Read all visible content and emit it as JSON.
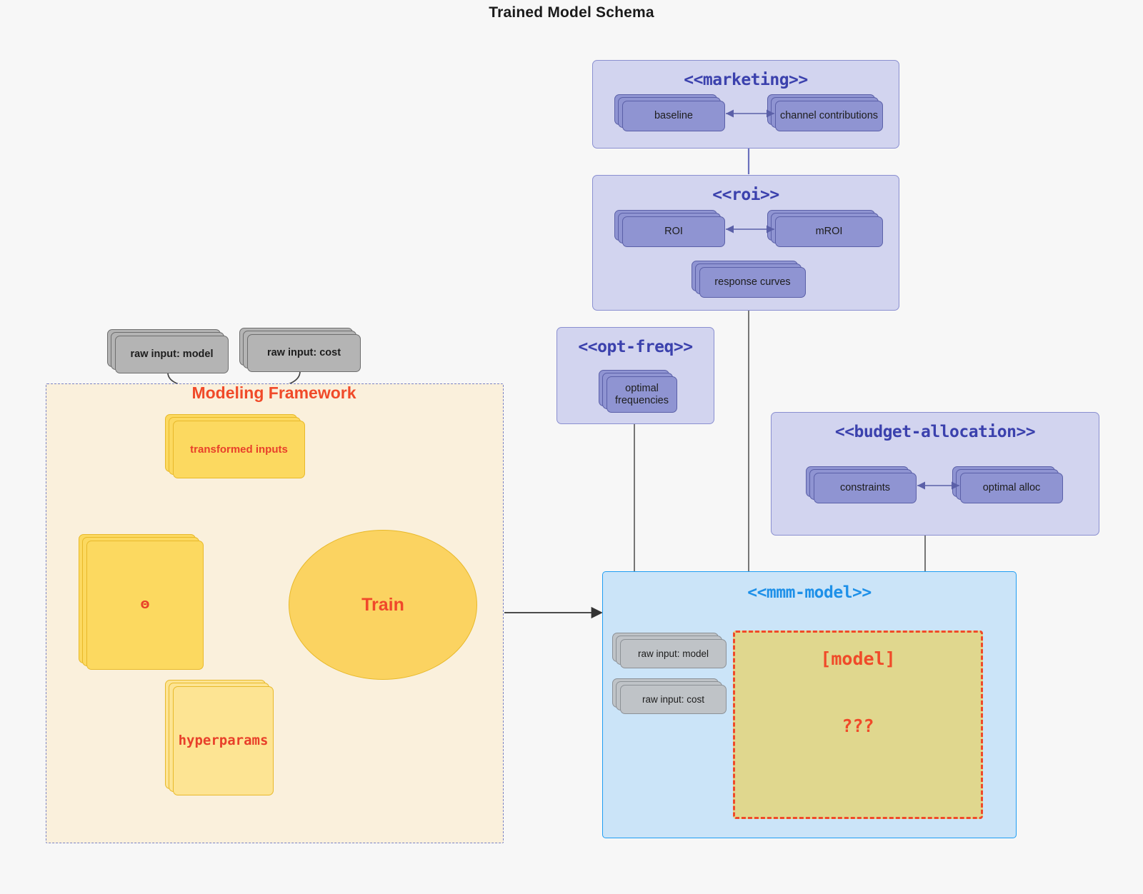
{
  "title": "Trained Model Schema",
  "packages": {
    "marketing": {
      "name": "<<marketing>>",
      "items": [
        {
          "label": "baseline"
        },
        {
          "label": "channel contributions"
        }
      ]
    },
    "roi": {
      "name": "<<roi>>",
      "items": [
        {
          "label": "ROI"
        },
        {
          "label": "mROI"
        },
        {
          "label": "response curves"
        }
      ]
    },
    "opt_freq": {
      "name": "<<opt-freq>>",
      "items": [
        {
          "label": "optimal frequencies"
        }
      ]
    },
    "budget_allocation": {
      "name": "<<budget-allocation>>",
      "items": [
        {
          "label": "constraints"
        },
        {
          "label": "optimal alloc"
        }
      ]
    },
    "mmm_model": {
      "name": "<<mmm-model>>",
      "inputs": [
        {
          "label": "raw input: model"
        },
        {
          "label": "raw input: cost"
        }
      ],
      "model_region": {
        "title": "[model]",
        "unknown": "???"
      }
    }
  },
  "raw_inputs": [
    {
      "label": "raw input: model"
    },
    {
      "label": "raw input: cost"
    }
  ],
  "framework": {
    "label": "Modeling Framework",
    "transformed_inputs": "transformed inputs",
    "theta": "Θ",
    "hyperparams": "hyperparams",
    "train": "Train"
  },
  "colors": {
    "background": "#f7f7f7",
    "package_fill": "#d2d4ef",
    "package_border": "#8a8fd0",
    "package_title": "#3b41ad",
    "artifact_purple": "#8f94d2",
    "artifact_purple_border": "#5b60a8",
    "artifact_grey": "#b4b4b4",
    "artifact_grey_border": "#6e6e6e",
    "framework_fill": "#faf0dc",
    "framework_border": "#7b83c4",
    "yellow_fill": "#fcd960",
    "yellow_border": "#e8b92a",
    "accent_red": "#f04a29",
    "mmm_fill": "#cbe4f8",
    "mmm_border": "#1e9df3",
    "model_region_fill": "#e0d78e",
    "connector_grey": "#555555"
  }
}
